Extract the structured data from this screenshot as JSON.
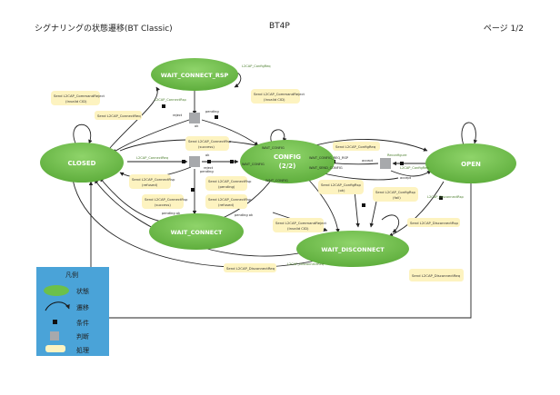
{
  "header": {
    "title": "シグナリングの状態遷移(BT Classic)",
    "center": "BT4P",
    "page": "ページ 1/2"
  },
  "states": {
    "closed": "CLOSED",
    "wait_connect_rsp": "WAIT_CONNECT_RSP",
    "wait_connect": "WAIT_CONNECT",
    "config_title": "CONFIG",
    "config_sub": "(2/2)",
    "open": "OPEN",
    "wait_disconnect": "WAIT_DISCONNECT"
  },
  "config_sub_labels": {
    "wait_config": "WAIT_CONFIG",
    "wait_config_rsp": "WAIT_CONFIG_REQ_RSP",
    "wait_send_config": "WAIT_SEND_CONFIG"
  },
  "notes": {
    "n1a": "Send L2CAP_CommandReject",
    "n1b": "(Invalid CID)",
    "n2": "Send L2CAP_ConnectReq",
    "n3a": "Send L2CAP_CommandReject",
    "n3b": "(Invalid CID)",
    "n4a": "Send L2CAP_ConnectRsp",
    "n4b": "(success)",
    "n5a": "Send L2CAP_ConnectRsp",
    "n5b": "(refused)",
    "n6a": "Send L2CAP_ConnectRsp",
    "n6b": "(pending)",
    "n7a": "Send L2CAP_ConnectRsp",
    "n7b": "(refused)",
    "n8a": "Send L2CAP_ConnectRsp",
    "n8b": "(success)",
    "n9": "Send L2CAP_ConfigReq",
    "n10a": "Send L2CAP_ConfigRsp",
    "n10b": "(ok)",
    "n11a": "Send L2CAP_ConfigRsp",
    "n11b": "(fail)",
    "n12a": "Send L2CAP_CommandReject",
    "n12b": "(Invalid CID)",
    "n13": "Send L2CAP_DisconnectRsp",
    "n14": "Send L2CAP_DisconnectReq",
    "n15": "Send L2CAP_DisconnectReq"
  },
  "edges": {
    "e_configreq": "L2CAP_ConfigReq",
    "e_connectreq": "L2CAP_ConnectReq",
    "e_connectrsp": "L2CAP_ConnectRsp",
    "e_reject": "reject",
    "e_pending": "pending",
    "e_ok": "ok",
    "e_wait_config1": "WAIT_CONFIG",
    "e_wait_config2": "WAIT_CONFIG",
    "e_accept": "accept",
    "e_reconfig": "Reconfigure",
    "e_disconnectreq": "L2CAP_DisconnectReq",
    "e_disconnectrsp": "L2CAP_DisconnectRsp",
    "e_pending_ok": "pending ok"
  },
  "legend": {
    "title": "凡例",
    "state": "状態",
    "transition": "遷移",
    "condition": "条件",
    "decision": "判断",
    "process": "処理"
  },
  "colors": {
    "state_green": "#6cc04a",
    "legend_blue": "#4aa3d8",
    "note_yellow": "#fdf3c0",
    "decision_gray": "#a7a9ac"
  }
}
